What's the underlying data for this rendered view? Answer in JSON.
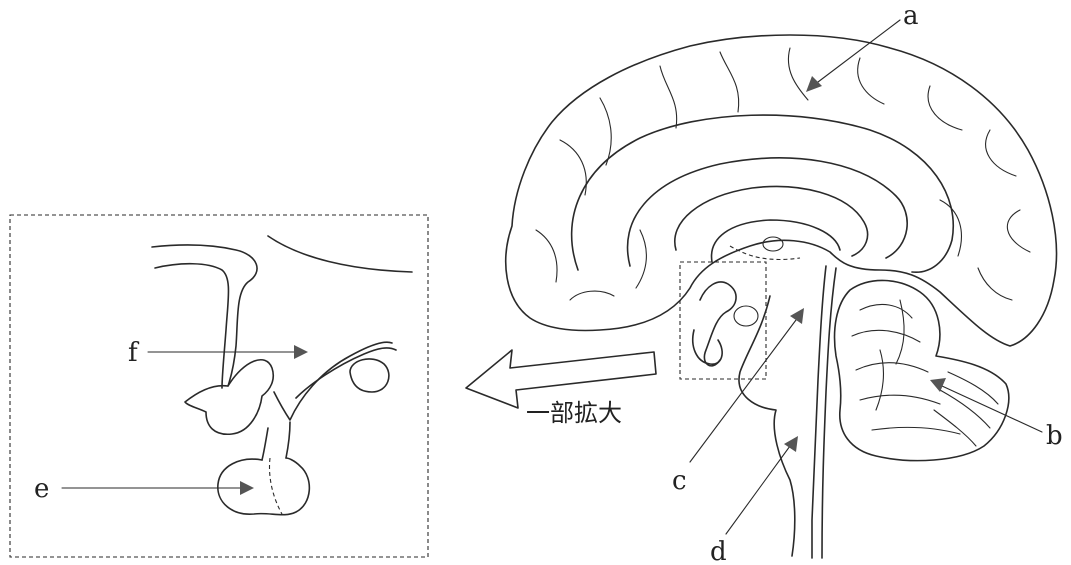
{
  "labels": {
    "a": "a",
    "b": "b",
    "c": "c",
    "d": "d",
    "e": "e",
    "f": "f"
  },
  "magnify_caption": "一部拡大",
  "colors": {
    "line": "#2a2a2a",
    "arrowhead": "#555555",
    "background": "#ffffff"
  }
}
